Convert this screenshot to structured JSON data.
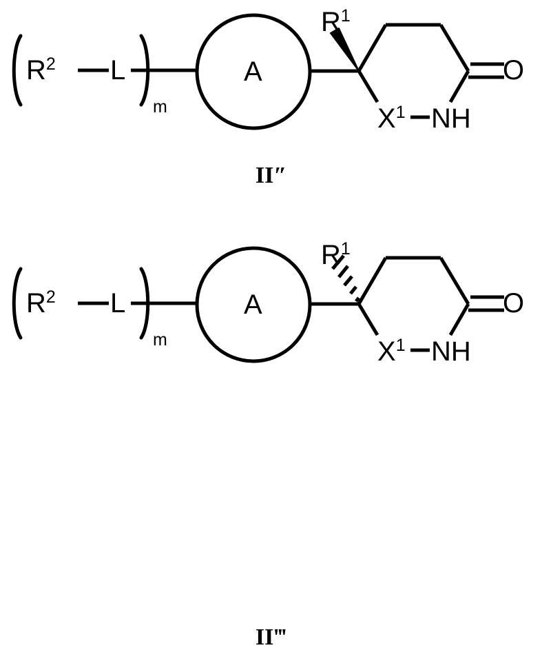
{
  "diagram": {
    "type": "chemical-structure-diagram",
    "background_color": "#ffffff",
    "line_color": "#000000",
    "structures": [
      {
        "id": "structure-1",
        "name": "II″",
        "stereochemistry": "solid-wedge",
        "labels": {
          "r2": "R",
          "r2_superscript": "2",
          "linker": "L",
          "repeat_subscript": "m",
          "ring_core": "A",
          "r1": "R",
          "r1_superscript": "1",
          "x1": "X",
          "x1_superscript": "1",
          "nh": "NH",
          "oxygen": "O",
          "open_paren": "(",
          "close_paren": ")"
        }
      },
      {
        "id": "structure-2",
        "name": "II‴",
        "stereochemistry": "hashed-wedge",
        "labels": {
          "r2": "R",
          "r2_superscript": "2",
          "linker": "L",
          "repeat_subscript": "m",
          "ring_core": "A",
          "r1": "R",
          "r1_superscript": "1",
          "x1": "X",
          "x1_superscript": "1",
          "nh": "NH",
          "oxygen": "O",
          "open_paren": "(",
          "close_paren": ")"
        }
      }
    ]
  }
}
